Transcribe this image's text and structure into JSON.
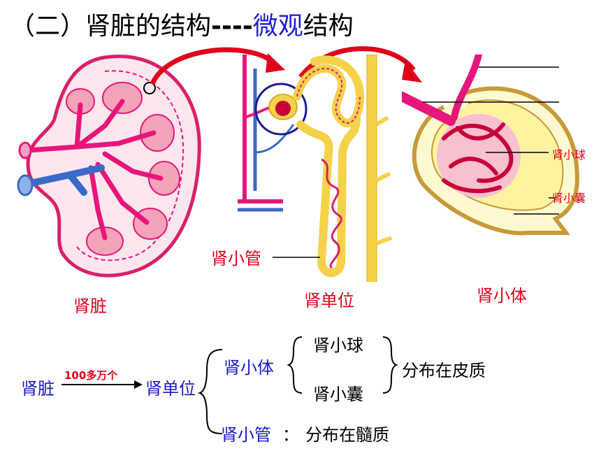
{
  "title": {
    "part1": "（二）肾脏的结构",
    "dashes": "----",
    "part2": "微观",
    "part3": "结构"
  },
  "figures": {
    "kidney_label": "肾脏",
    "nephron_label": "肾单位",
    "tubule_label": "肾小管",
    "corpuscle_label": "肾小体",
    "glomerulus_label": "肾小球",
    "capsule_label": "肾小囊"
  },
  "flow": {
    "kidney": "肾脏",
    "count": "100多万个",
    "nephron": "肾单位",
    "corpuscle": "肾小体",
    "glomerulus": "肾小球",
    "capsule": "肾小囊",
    "cortex_note": "分布在皮质",
    "tubule": "肾小管",
    "colon": "：",
    "medulla_note": "分布在髓质"
  },
  "colors": {
    "red": "#e0001a",
    "blue": "#1818c8",
    "vessel_pink": "#e8157a",
    "vein_blue": "#3a6ac8",
    "tubule_yellow": "#f5d24a"
  }
}
